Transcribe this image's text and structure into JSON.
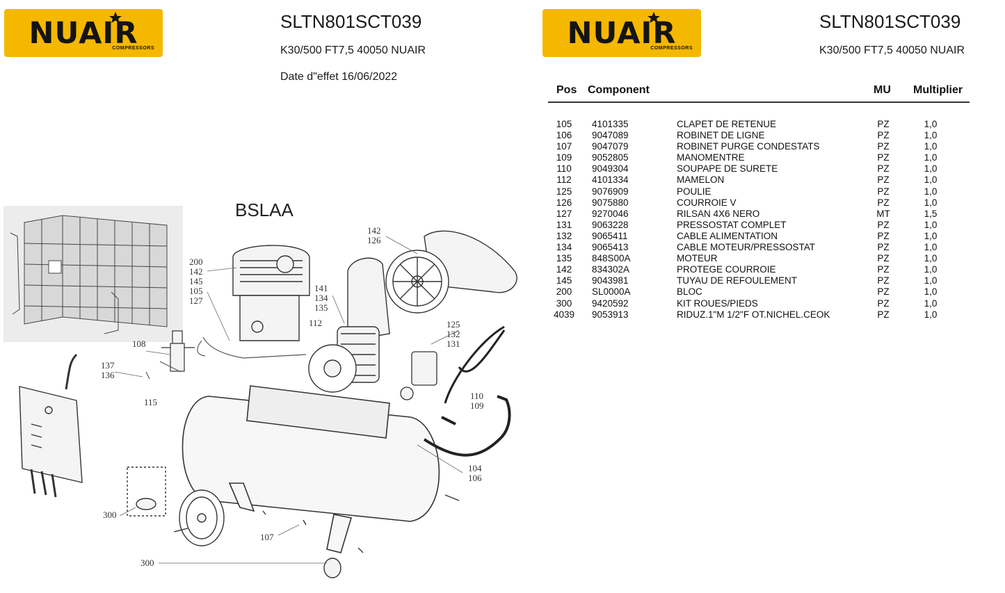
{
  "header_left": {
    "logo": {
      "brand": "NUAIR",
      "sub": "COMPRESSORS"
    },
    "code": "SLTN801SCT039",
    "model": "K30/500 FT7,5 40050 NUAIR",
    "date": "Date d\"effet 16/06/2022"
  },
  "header_right": {
    "logo": {
      "brand": "NUAIR",
      "sub": "COMPRESSORS"
    },
    "code": "SLTN801SCT039",
    "model": "K30/500 FT7,5 40050 NUAIR"
  },
  "diagram": {
    "title": "BSLAA",
    "callouts": {
      "c200_145": "200\n142\n145\n105\n127",
      "c142_126": "142\n126",
      "c141_135": "141\n134\n135",
      "c112": "112",
      "c125_131": "125\n132\n131",
      "c110_109": "110\n109",
      "c108": "108",
      "c137_136": "137\n136",
      "c115": "115",
      "c104_106": "104\n106",
      "c300a": "300",
      "c107": "107",
      "c300b": "300"
    }
  },
  "table": {
    "headers": {
      "pos": "Pos",
      "component": "Component",
      "mu": "MU",
      "multiplier": "Multiplier"
    },
    "rows": [
      {
        "pos": "105",
        "code": "4101335",
        "desc": "CLAPET DE RETENUE",
        "mu": "PZ",
        "mult": "1,0"
      },
      {
        "pos": "106",
        "code": "9047089",
        "desc": "ROBINET DE LIGNE",
        "mu": "PZ",
        "mult": "1,0"
      },
      {
        "pos": "107",
        "code": "9047079",
        "desc": "ROBINET PURGE CONDESTATS",
        "mu": "PZ",
        "mult": "1,0"
      },
      {
        "pos": "109",
        "code": "9052805",
        "desc": "MANOMENTRE",
        "mu": "PZ",
        "mult": "1,0"
      },
      {
        "pos": "110",
        "code": "9049304",
        "desc": "SOUPAPE DE SURETE",
        "mu": "PZ",
        "mult": "1,0"
      },
      {
        "pos": "112",
        "code": "4101334",
        "desc": "MAMELON",
        "mu": "PZ",
        "mult": "1,0"
      },
      {
        "pos": "125",
        "code": "9076909",
        "desc": "POULIE",
        "mu": "PZ",
        "mult": "1,0"
      },
      {
        "pos": "126",
        "code": "9075880",
        "desc": "COURROIE  V",
        "mu": "PZ",
        "mult": "1,0"
      },
      {
        "pos": "127",
        "code": "9270046",
        "desc": "RILSAN 4X6 NERO",
        "mu": "MT",
        "mult": "1,5"
      },
      {
        "pos": "131",
        "code": "9063228",
        "desc": "PRESSOSTAT COMPLET",
        "mu": "PZ",
        "mult": "1,0"
      },
      {
        "pos": "132",
        "code": "9065411",
        "desc": "CABLE ALIMENTATION",
        "mu": "PZ",
        "mult": "1,0"
      },
      {
        "pos": "134",
        "code": "9065413",
        "desc": "CABLE MOTEUR/PRESSOSTAT",
        "mu": "PZ",
        "mult": "1,0"
      },
      {
        "pos": "135",
        "code": "848S00A",
        "desc": "MOTEUR",
        "mu": "PZ",
        "mult": "1,0"
      },
      {
        "pos": "142",
        "code": "834302A",
        "desc": "PROTEGE COURROIE",
        "mu": "PZ",
        "mult": "1,0"
      },
      {
        "pos": "145",
        "code": "9043981",
        "desc": "TUYAU DE REFOULEMENT",
        "mu": "PZ",
        "mult": "1,0"
      },
      {
        "pos": "200",
        "code": "SL0000A",
        "desc": "BLOC",
        "mu": "PZ",
        "mult": "1,0"
      },
      {
        "pos": "300",
        "code": "9420592",
        "desc": "KIT ROUES/PIEDS",
        "mu": "PZ",
        "mult": "1,0"
      },
      {
        "pos": "4039",
        "code": "9053913",
        "desc": "RIDUZ.1\"M 1/2\"F OT.NICHEL.CEOK",
        "mu": "PZ",
        "mult": "1,0"
      }
    ]
  }
}
